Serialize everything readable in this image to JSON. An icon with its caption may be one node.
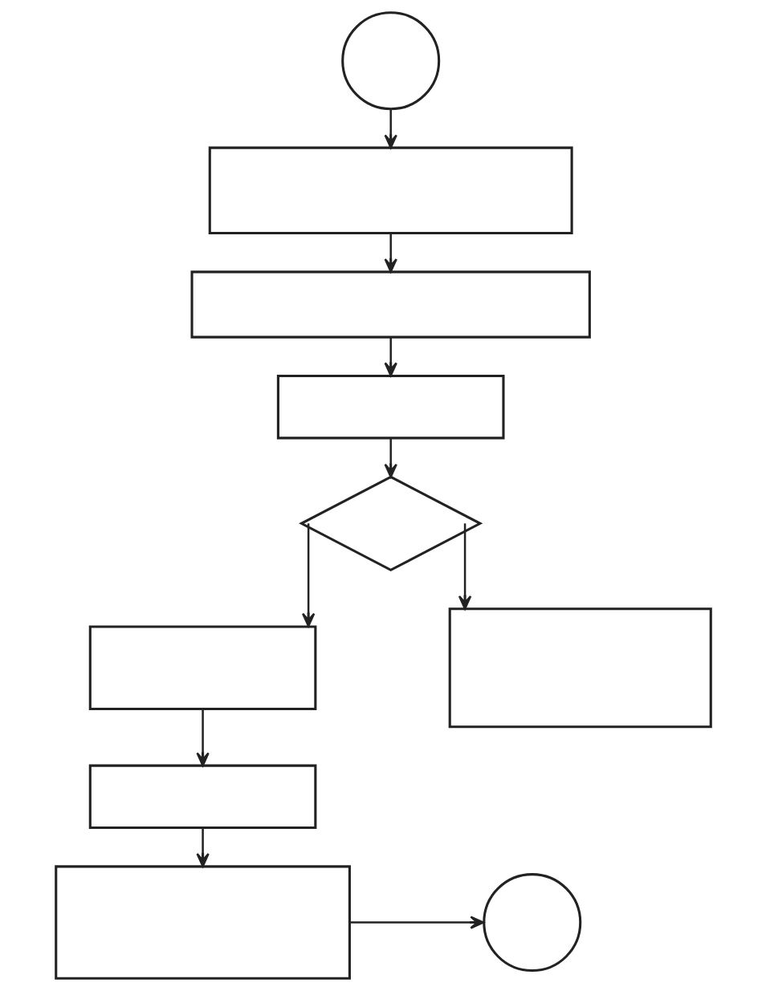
{
  "diagram": {
    "nodes": [
      {
        "text": [],
        "shape": "circle"
      },
      {
        "text": [],
        "shape": "box"
      },
      {
        "text": [],
        "shape": "box"
      },
      {
        "text": [],
        "shape": "box"
      },
      {
        "text": [],
        "shape": "diamond"
      },
      {
        "text": [],
        "shape": "box"
      },
      {
        "text": [],
        "shape": "box"
      },
      {
        "text": [],
        "shape": "box"
      },
      {
        "text": [],
        "shape": "box"
      },
      {
        "text": [],
        "shape": "circle"
      }
    ],
    "edges": [
      {
        "from": 0,
        "to": 1,
        "arrow": "to"
      },
      {
        "from": 1,
        "to": 2,
        "arrow": "to"
      },
      {
        "from": 2,
        "to": 3,
        "arrow": "to"
      },
      {
        "from": 3,
        "to": 4,
        "arrow": "to"
      },
      {
        "from": 4,
        "to": 5,
        "arrow": "to"
      },
      {
        "from": 4,
        "to": 6,
        "arrow": "to"
      },
      {
        "from": 5,
        "to": 7,
        "arrow": "to"
      },
      {
        "from": 7,
        "to": 8,
        "arrow": "to"
      },
      {
        "from": 8,
        "to": 9,
        "arrow": "to"
      }
    ]
  }
}
